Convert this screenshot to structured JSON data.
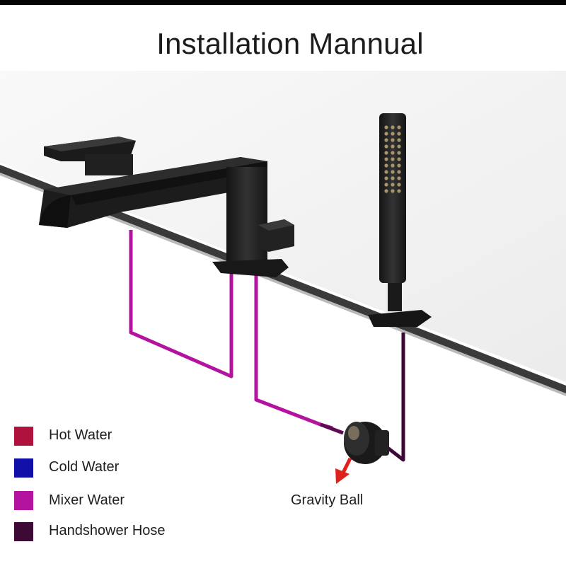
{
  "title": "Installation Mannual",
  "legend": [
    {
      "label": "Hot Water",
      "color": "#b0123e"
    },
    {
      "label": "Cold Water",
      "color": "#1010a8"
    },
    {
      "label": "Mixer Water",
      "color": "#b3139f"
    },
    {
      "label": "Handshower Hose",
      "color": "#3d0a36"
    }
  ],
  "callout": {
    "label": "Gravity Ball",
    "arrow_color": "#e0201a"
  },
  "colors": {
    "faucet": "#1e1e1e",
    "counter_glass": "#e9e9e9"
  }
}
